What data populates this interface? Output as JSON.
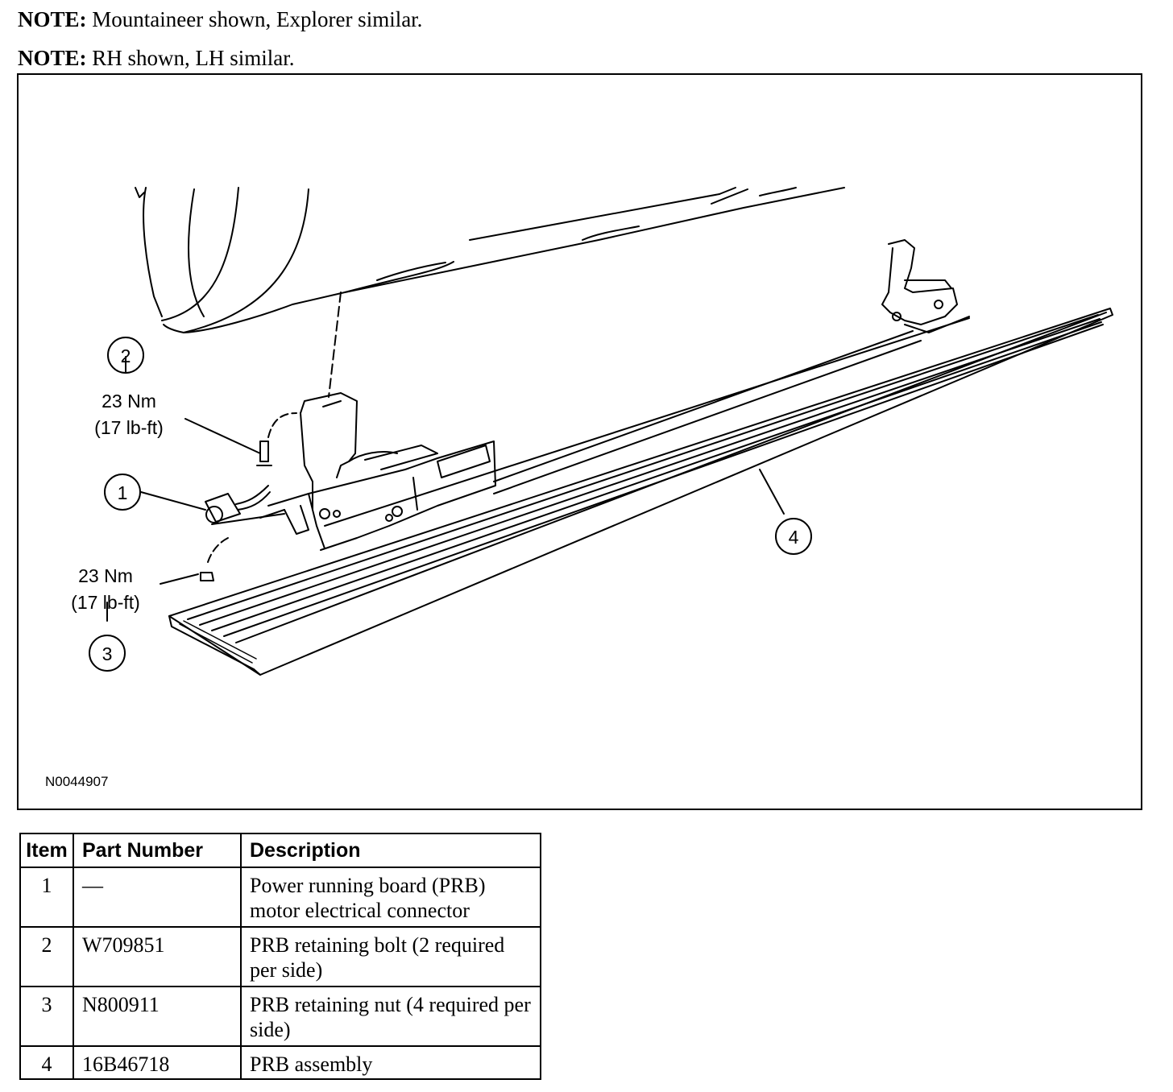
{
  "notes": [
    {
      "label": "NOTE:",
      "text": " Mountaineer shown, Explorer similar."
    },
    {
      "label": "NOTE:",
      "text": " RH shown, LH similar."
    }
  ],
  "figure": {
    "id": "N0044907",
    "callouts": [
      {
        "number": "1"
      },
      {
        "number": "2",
        "torque": "23 Nm",
        "torque_imperial": "(17 lb-ft)"
      },
      {
        "number": "3",
        "torque": "23 Nm",
        "torque_imperial": "(17 lb-ft)"
      },
      {
        "number": "4"
      }
    ]
  },
  "table": {
    "headers": {
      "item": "Item",
      "part_number": "Part Number",
      "description": "Description"
    },
    "rows": [
      {
        "item": "1",
        "part_number": "—",
        "description": "Power running board (PRB) motor electrical connector"
      },
      {
        "item": "2",
        "part_number": "W709851",
        "description": "PRB retaining bolt (2 required per side)"
      },
      {
        "item": "3",
        "part_number": "N800911",
        "description": "PRB retaining nut (4 required per side)"
      },
      {
        "item": "4",
        "part_number": "16B46718",
        "description": "PRB assembly"
      }
    ]
  }
}
